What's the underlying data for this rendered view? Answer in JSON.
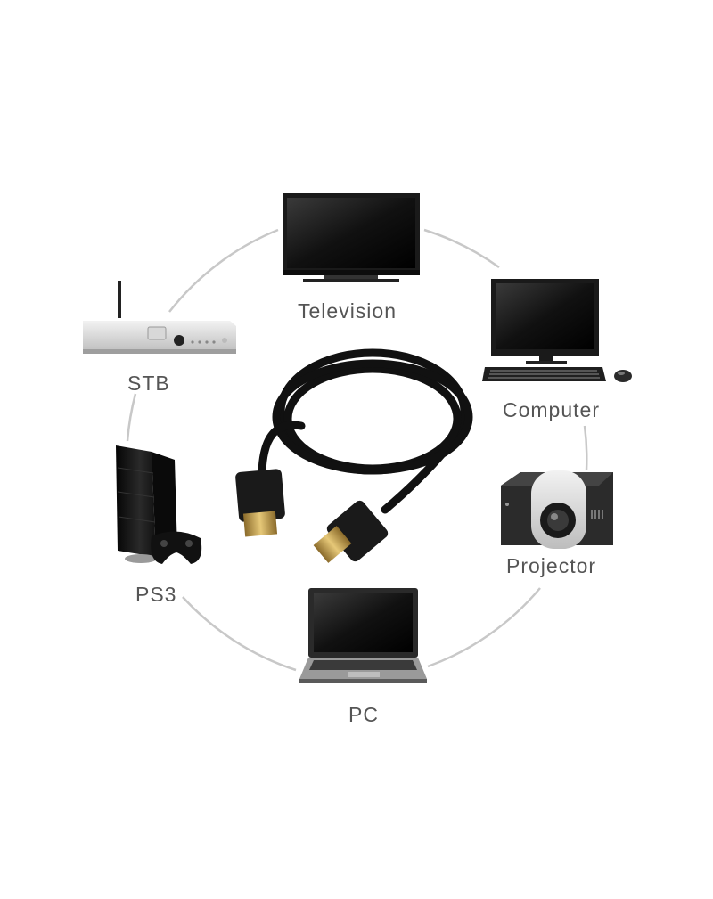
{
  "diagram": {
    "center_device": "hdmi-cable",
    "devices": [
      {
        "id": "television",
        "label": "Television",
        "icon": "television-icon"
      },
      {
        "id": "computer",
        "label": "Computer",
        "icon": "desktop-computer-icon"
      },
      {
        "id": "projector",
        "label": "Projector",
        "icon": "projector-icon"
      },
      {
        "id": "pc",
        "label": "PC",
        "icon": "laptop-icon"
      },
      {
        "id": "ps3",
        "label": "PS3",
        "icon": "game-console-icon"
      },
      {
        "id": "stb",
        "label": "STB",
        "icon": "set-top-box-icon"
      }
    ],
    "colors": {
      "ring": "#c8c8c8",
      "label": "#555555",
      "device_dark": "#1a1a1a",
      "connector_gold": "#c9a24a"
    }
  }
}
